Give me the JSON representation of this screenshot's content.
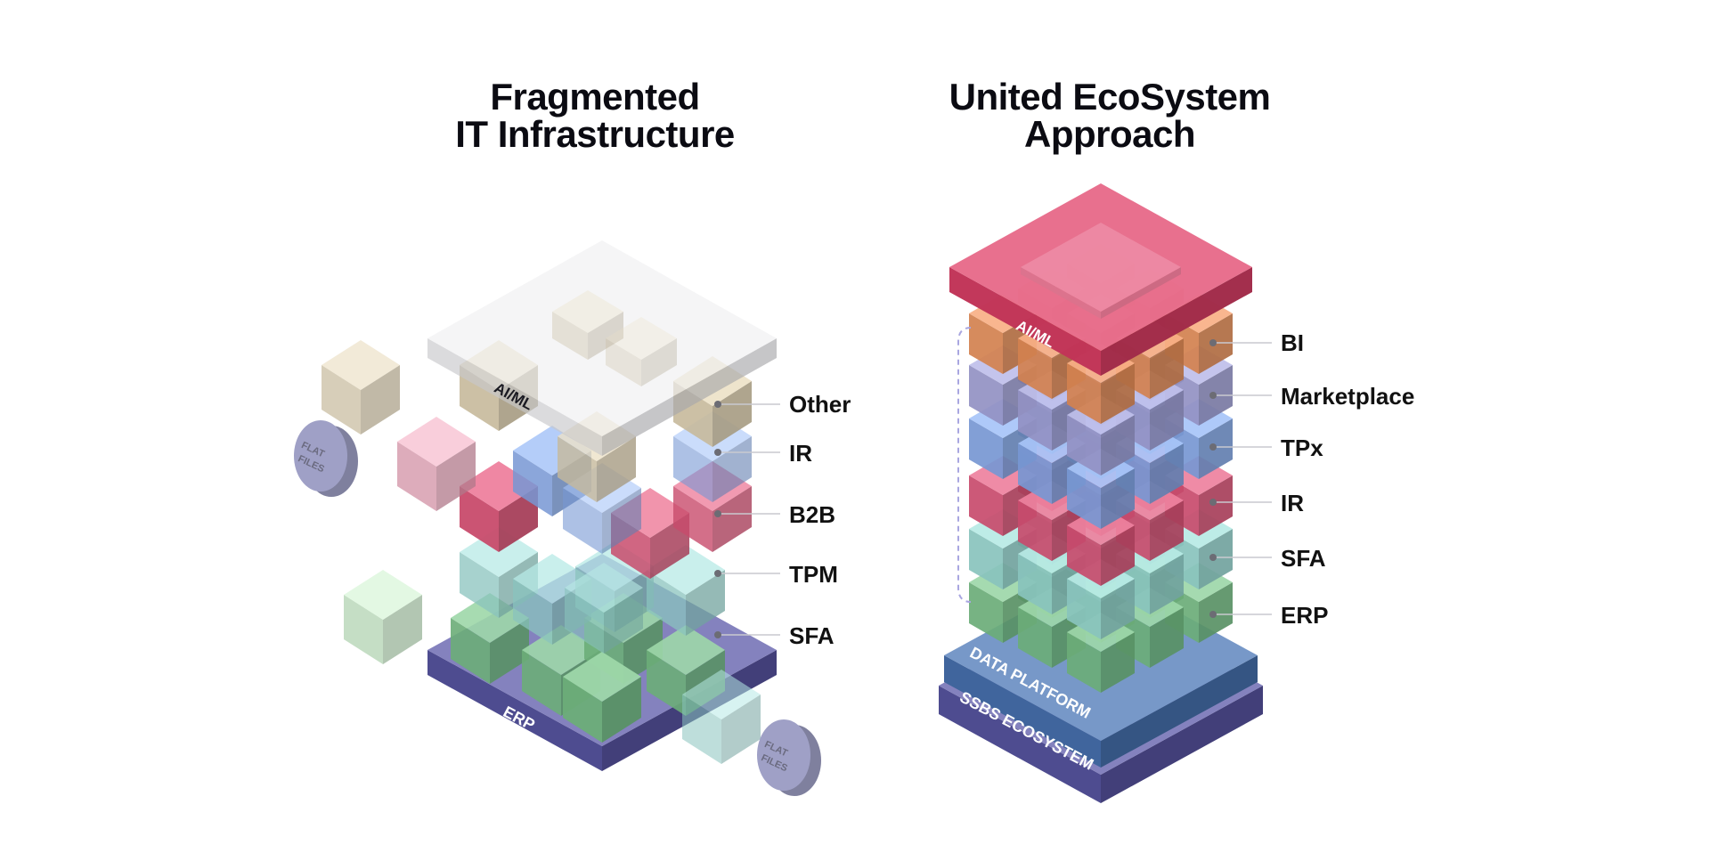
{
  "titles": {
    "left": [
      "Fragmented",
      "IT Infrastructure"
    ],
    "right": [
      "United EcoSystem",
      "Approach"
    ]
  },
  "left_diagram": {
    "layers": [
      "Other",
      "IR",
      "B2B",
      "TPM",
      "SFA"
    ],
    "top_slab": "AI/ML",
    "base_slab": "ERP",
    "flat_files": "FLAT FILES"
  },
  "right_diagram": {
    "layers": [
      "BI",
      "Marketplace",
      "TPx",
      "IR",
      "SFA",
      "ERP"
    ],
    "top_slab": "AI/ML",
    "platform_slab": "DATA PLATFORM",
    "base_slab": "SSBS ECOSYSTEM"
  },
  "colors": {
    "other": "#e6d7b4",
    "ir": "#8ab0f5",
    "b2b": "#e8577d",
    "tpm": "#9fe3dc",
    "sfa": "#7cc98c",
    "bi": "#f5965c",
    "marketplace": "#aaa9e3",
    "erp_base": "#5b58a8",
    "aiml": "#e03c66",
    "data_platform": "#4a76b6",
    "flat_files": "#9fa0c6"
  }
}
